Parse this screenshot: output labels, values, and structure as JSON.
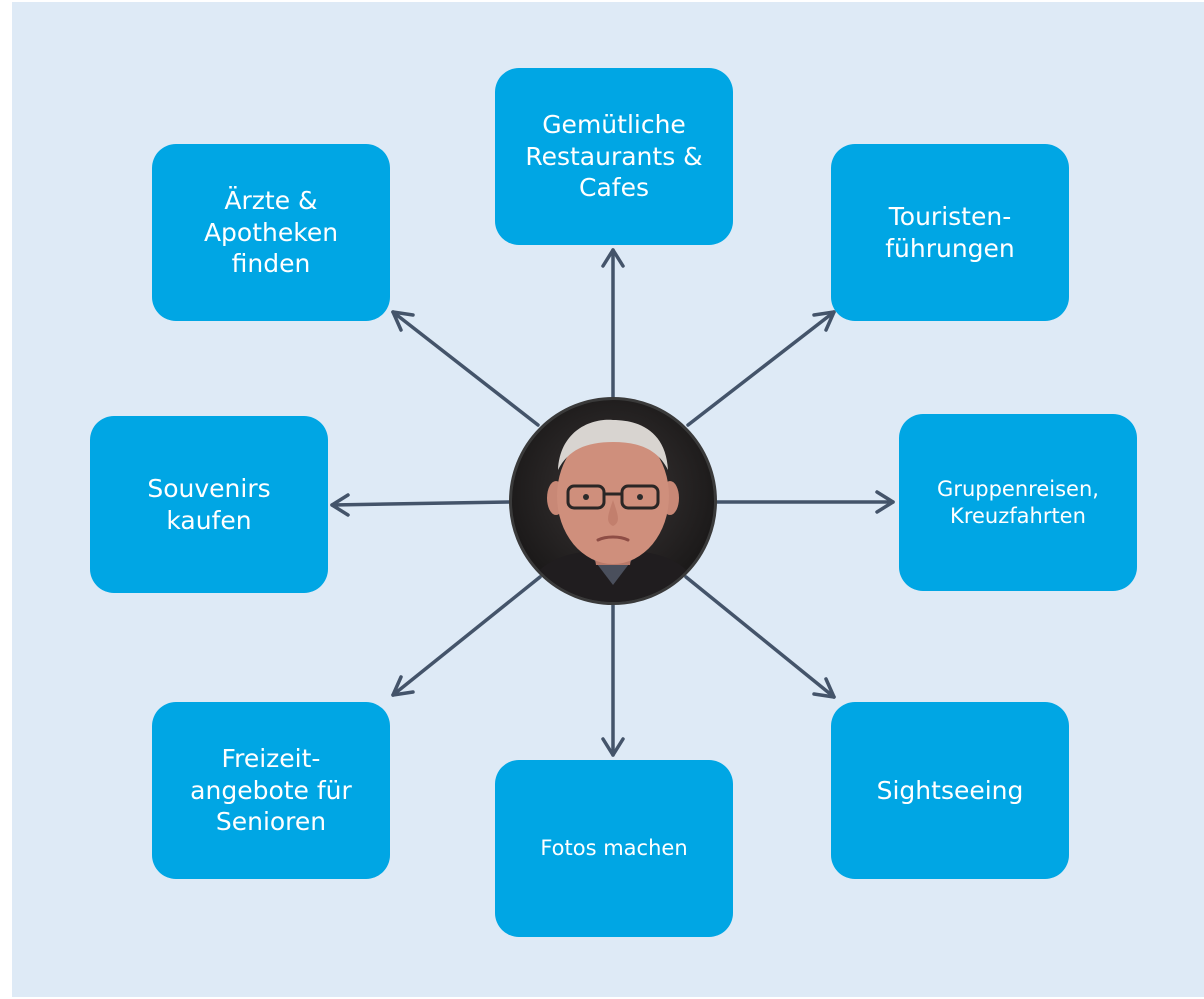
{
  "diagram": {
    "center": {
      "icon": "portrait-photo-elderly-man"
    },
    "nodes": [
      {
        "id": "restaurants",
        "label": "Gemütliche\nRestaurants &\nCafes"
      },
      {
        "id": "doctors",
        "label": "Ärzte &\nApotheken\nfinden"
      },
      {
        "id": "tours",
        "label": "Touristen-\nführungen"
      },
      {
        "id": "souvenirs",
        "label": "Souvenirs\nkaufen"
      },
      {
        "id": "group-travel",
        "label": "Gruppenreisen,\nKreuzfahrten"
      },
      {
        "id": "leisure",
        "label": "Freizeit-\nangebote für\nSenioren"
      },
      {
        "id": "photos",
        "label": "Fotos machen"
      },
      {
        "id": "sightseeing",
        "label": "Sightseeing"
      }
    ],
    "colors": {
      "background": "#deeaf6",
      "node_fill": "#00a6e4",
      "node_text": "#ffffff",
      "arrow": "#44546a"
    }
  }
}
